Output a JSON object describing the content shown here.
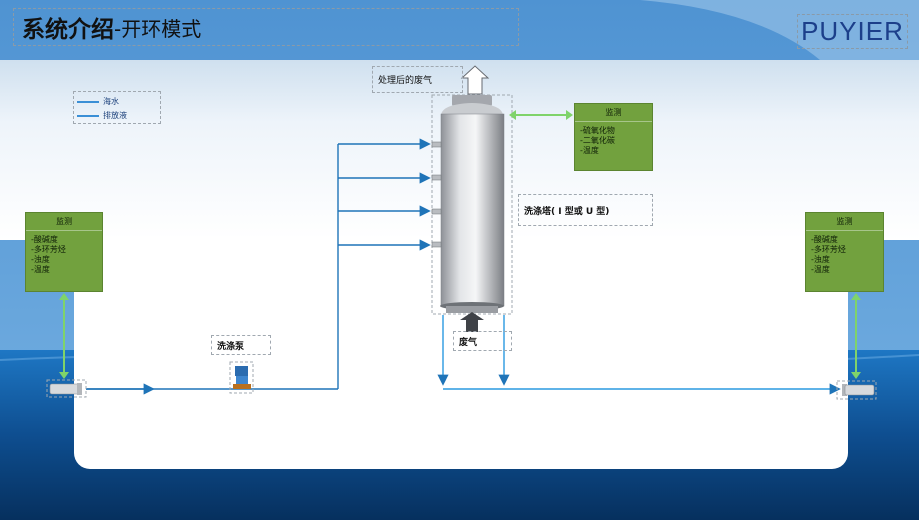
{
  "header": {
    "title_main": "系统介绍",
    "title_sub": "-开环模式",
    "logo_text": "PUYIER"
  },
  "legend": {
    "items": [
      {
        "label": "海水",
        "color": "#3a8fd6"
      },
      {
        "label": "排放液",
        "color": "#3a8fd6"
      }
    ]
  },
  "labels": {
    "treated_gas": "处理后的废气",
    "tower": "洗涤塔( I 型或 U 型)",
    "pump": "洗涤泵",
    "exhaust_in": "废气"
  },
  "monitors": {
    "left": {
      "title": "监测",
      "items": [
        "-酸碱度",
        "-多环芳烃",
        "-浊度",
        "-温度"
      ]
    },
    "right": {
      "title": "监测",
      "items": [
        "-酸碱度",
        "-多环芳烃",
        "-浊度",
        "-温度"
      ]
    },
    "top": {
      "title": "监测",
      "items": [
        "-硫氧化物",
        "-二氧化碳",
        "-温度"
      ]
    }
  },
  "colors": {
    "water_line": "#1f74b8",
    "monitor_link": "#7fd36a",
    "monitor_fill": "#72a13e"
  }
}
